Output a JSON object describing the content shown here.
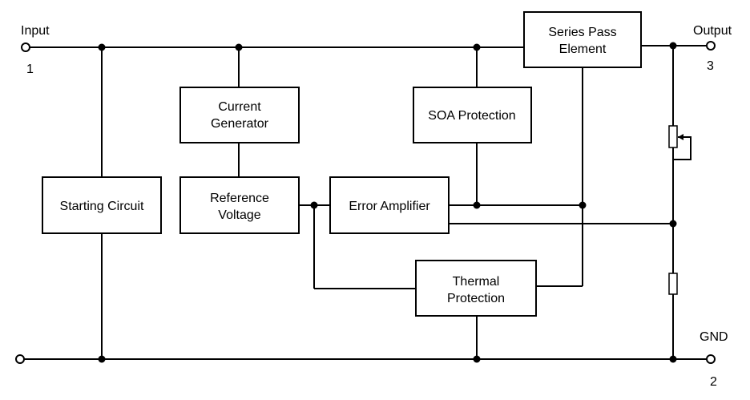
{
  "blocks": {
    "series_pass": [
      "Series Pass",
      "Element"
    ],
    "current_generator": [
      "Current",
      "Generator"
    ],
    "soa_protection": [
      "SOA Protection"
    ],
    "starting_circuit": [
      "Starting Circuit"
    ],
    "reference_voltage": [
      "Reference",
      "Voltage"
    ],
    "error_amplifier": [
      "Error Amplifier"
    ],
    "thermal_protection": [
      "Thermal",
      "Protection"
    ]
  },
  "pins": {
    "input": {
      "label": "Input",
      "number": "1"
    },
    "output": {
      "label": "Output",
      "number": "3"
    },
    "gnd": {
      "label": "GND",
      "number": "2"
    }
  }
}
